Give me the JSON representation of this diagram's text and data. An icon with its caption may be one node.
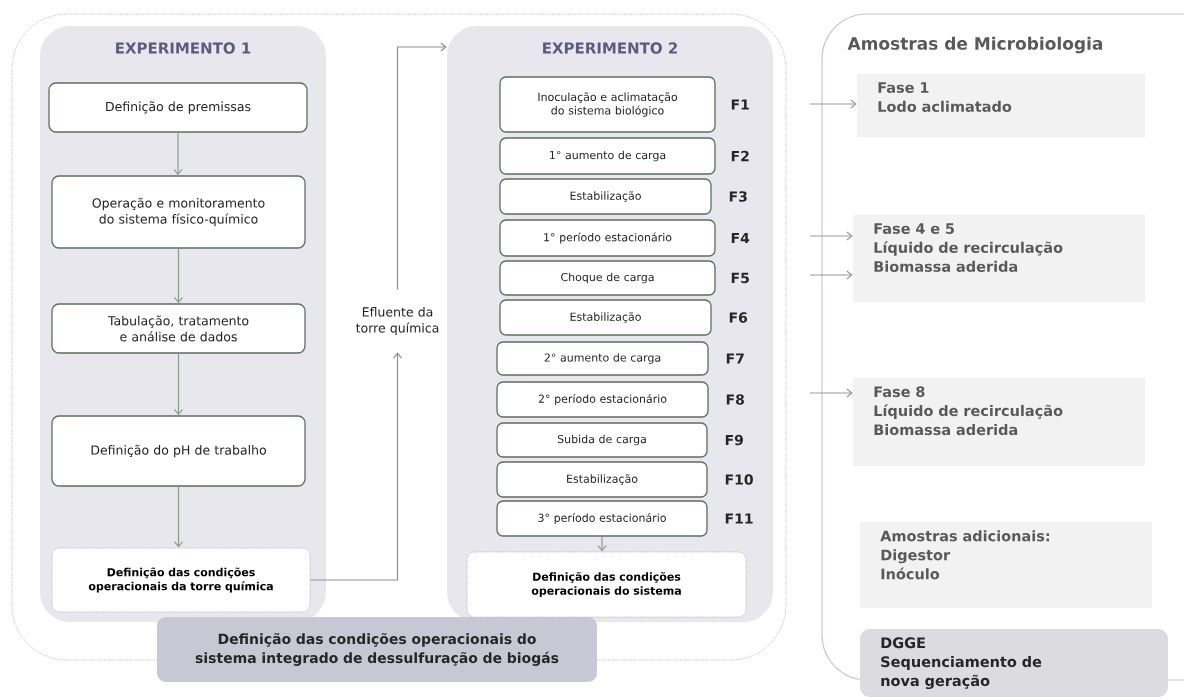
{
  "diagram": {
    "nodes": [
      {
        "text": [],
        "shape": "box"
      },
      {
        "text": [
          "EXPERIMENTO 1"
        ],
        "in": 0
      },
      {
        "text": [
          "Definição de premissas"
        ],
        "in": 1
      },
      {
        "text": [
          "Operação e monitoramento do sistema físico-químico"
        ],
        "in": 1
      },
      {
        "text": [
          "Tabulação, tratamento e análise de dados"
        ],
        "in": 1
      },
      {
        "text": [
          "Definição do pH de trabalho"
        ],
        "in": 1
      },
      {
        "text": [
          "Definição das condições operacionais da torre química"
        ],
        "in": 1
      },
      {
        "text": [
          "Efluente da torre química"
        ],
        "in": 0
      },
      {
        "text": [
          "EXPERIMENTO 2"
        ],
        "in": 0
      },
      {
        "text": [
          "Inoculação e aclimatação do sistema biológico"
        ],
        "beside": [
          "F1"
        ],
        "in": 8
      },
      {
        "text": [
          "1° aumento de carga"
        ],
        "beside": [
          "F2"
        ],
        "in": 8
      },
      {
        "text": [
          "Estabilização"
        ],
        "beside": [
          "F3"
        ],
        "in": 8
      },
      {
        "text": [
          "1° período estacionário"
        ],
        "beside": [
          "F4"
        ],
        "in": 8
      },
      {
        "text": [
          "Choque de carga"
        ],
        "beside": [
          "F5"
        ],
        "in": 8
      },
      {
        "text": [
          "Estabilização"
        ],
        "beside": [
          "F6"
        ],
        "in": 8
      },
      {
        "text": [
          "2° aumento de carga"
        ],
        "beside": [
          "F7"
        ],
        "in": 8
      },
      {
        "text": [
          "2° período estacionário"
        ],
        "beside": [
          "F8"
        ],
        "in": 8
      },
      {
        "text": [
          "Subida de carga"
        ],
        "beside": [
          "F9"
        ],
        "in": 8
      },
      {
        "text": [
          "Estabilização"
        ],
        "beside": [
          "F10"
        ],
        "in": 8
      },
      {
        "text": [
          "3° período estacionário"
        ],
        "beside": [
          "F11"
        ],
        "in": 8
      },
      {
        "text": [
          "Definição das condições operacionais do sistema"
        ],
        "in": 8
      },
      {
        "text": [
          "Definição das condições operacionais do sistema integrado de dessulfuração de biogás"
        ]
      },
      {
        "text": [
          "Amostras de Microbiologia"
        ]
      },
      {
        "text": [
          "Fase 1",
          "Lodo aclimatado"
        ],
        "in": 22
      },
      {
        "text": [
          "Fase 4 e 5",
          "Líquido de recirculação",
          "Biomassa aderida"
        ],
        "in": 22
      },
      {
        "text": [
          "Fase 8",
          "Líquido de recirculação",
          "Biomassa aderida"
        ],
        "in": 22
      },
      {
        "text": [
          "Amostras adicionais:",
          "Digestor",
          "Inóculo"
        ],
        "in": 22
      },
      {
        "text": [
          "DGGE",
          "Sequenciamento de nova geração"
        ]
      }
    ],
    "edges": [
      {
        "from": 2,
        "to": 3,
        "arrow": "to"
      },
      {
        "from": 3,
        "to": 4,
        "arrow": "to"
      },
      {
        "from": 4,
        "to": 5,
        "arrow": "to"
      },
      {
        "from": 5,
        "to": 6,
        "arrow": "to"
      },
      {
        "from": 6,
        "to": 7,
        "arrow": "to",
        "color": "#8c8cab"
      },
      {
        "from": 7,
        "to": 8,
        "arrow": "to",
        "color": "#8c8cab"
      },
      {
        "from": 19,
        "to": 20,
        "arrow": "to"
      },
      {
        "from": null,
        "to": 23,
        "arrow": "to",
        "color": "#9a9a9a"
      },
      {
        "from": null,
        "to": 24,
        "arrow": "to",
        "color": "#9a9a9a"
      },
      {
        "from": null,
        "to": 24,
        "arrow": "to",
        "color": "#9a9a9a"
      },
      {
        "from": null,
        "to": 25,
        "arrow": "to",
        "color": "#9a9a9a"
      }
    ]
  }
}
